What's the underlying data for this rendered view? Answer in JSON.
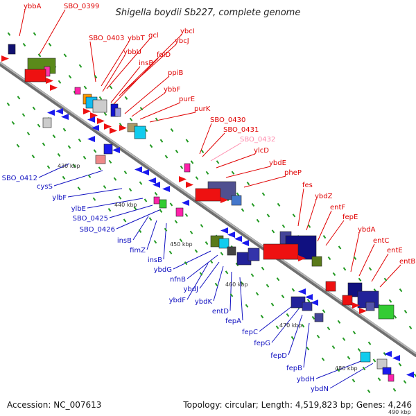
{
  "header": {
    "title": "Shigella boydii Sb227, complete genome"
  },
  "footer": {
    "accession": "Accession: NC_007613",
    "summary": "Topology: circular; Length: 4,519,823 bp; Genes: 4,246"
  },
  "colors": {
    "forward_label": "#e00000",
    "reverse_label": "#1010c0",
    "highlight_label": "#ff88aa",
    "backbone": "#888888",
    "tick": "#229922"
  },
  "scale_labels": [
    "430 kbp",
    "440 kbp",
    "450 kbp",
    "460 kbp",
    "470 kbp",
    "480 kbp",
    "490 kbp"
  ],
  "forward_genes": [
    "ybbA",
    "SBO_0399",
    "SBO_0403",
    "ybbT",
    "gcl",
    "ybcI",
    "ybcJ",
    "ybbU",
    "folD",
    "insB",
    "ppiB",
    "ybbF",
    "purE",
    "purK",
    "SBO_0430",
    "SBO_0431",
    "SBO_0432",
    "ylcD",
    "ybdE",
    "pheP",
    "fes",
    "ybdZ",
    "entF",
    "fepE",
    "ybdA",
    "entC",
    "entE",
    "entB"
  ],
  "reverse_genes": [
    "SBO_0412",
    "cysS",
    "ylbF",
    "ylbE",
    "SBO_0425",
    "SBO_0426",
    "insB",
    "fimZ",
    "insB",
    "ybdG",
    "nfnB",
    "ybdJ",
    "ybdF",
    "ybdK",
    "entD",
    "fepA",
    "fepC",
    "fepG",
    "fepD",
    "fepB",
    "ybdH",
    "ybdN"
  ]
}
